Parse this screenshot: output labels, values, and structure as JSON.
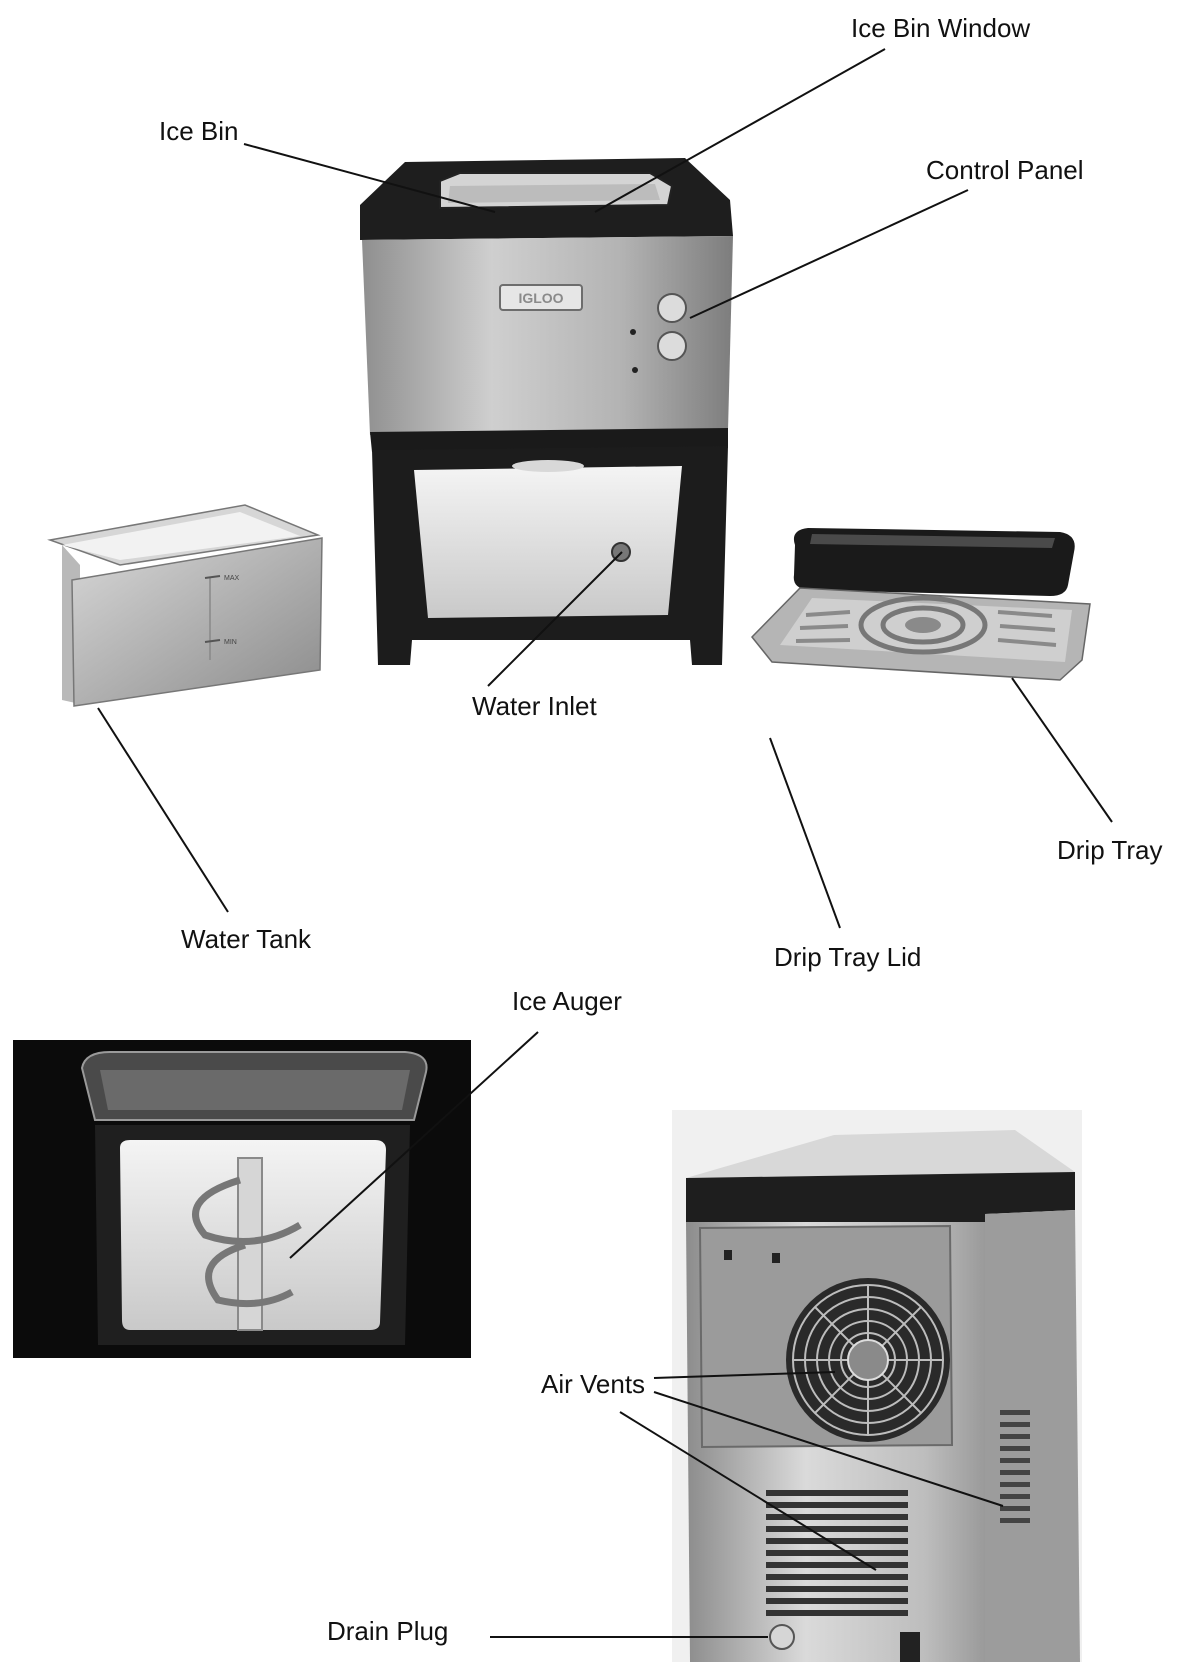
{
  "labels": {
    "ice_bin_window": "Ice Bin Window",
    "ice_bin": "Ice Bin",
    "control_panel": "Control Panel",
    "water_inlet": "Water Inlet",
    "drip_tray": "Drip Tray",
    "water_tank": "Water Tank",
    "drip_tray_lid": "Drip Tray Lid",
    "ice_auger": "Ice Auger",
    "air_vents": "Air Vents",
    "drain_plug": "Drain Plug"
  },
  "product": {
    "logo": "IGLOO",
    "tank_marks": [
      "MAX",
      "MIN"
    ]
  },
  "colors": {
    "leader_line": "#111111",
    "machine_body": "#a9a9a9",
    "machine_dark": "#1b1b1b",
    "photo_background": "#0b0b0b"
  }
}
